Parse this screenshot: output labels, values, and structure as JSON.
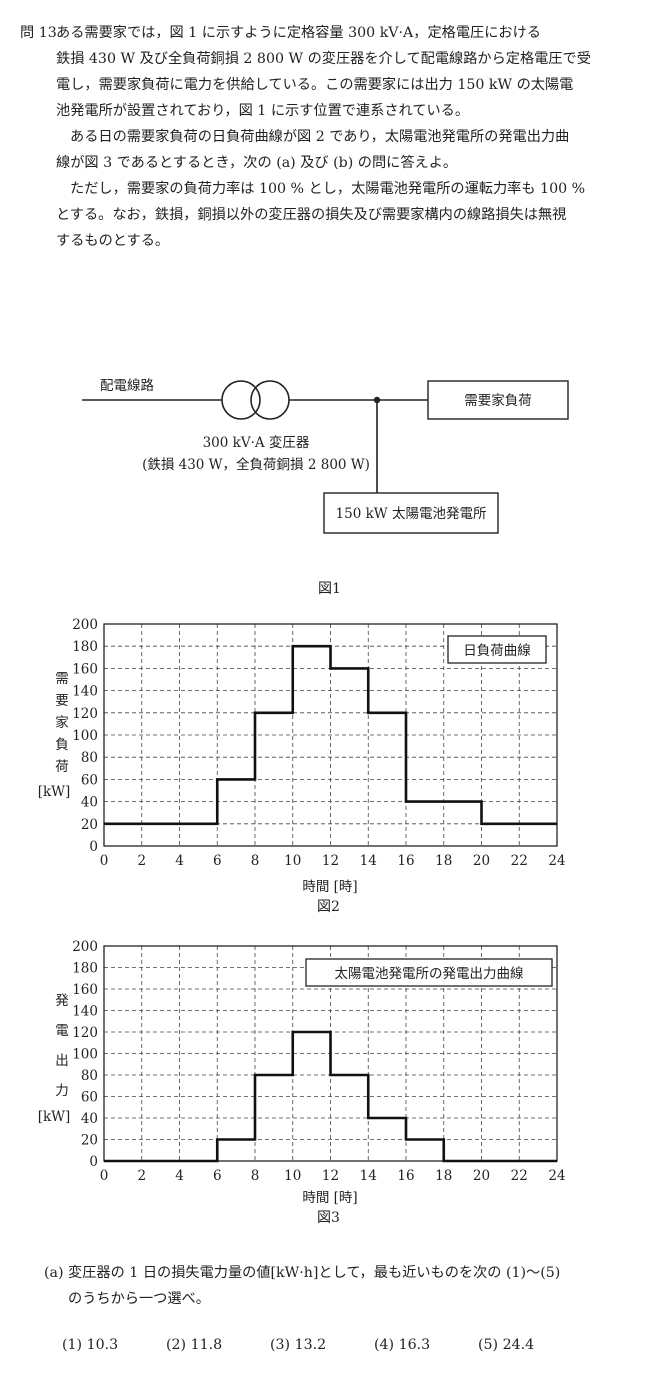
{
  "problem": {
    "number": "問 13",
    "lines": [
      "ある需要家では，図 1 に示すように定格容量 300 kV·A，定格電圧における",
      "鉄損 430 W 及び全負荷銅損 2 800 W の変圧器を介して配電線路から定格電圧で受",
      "電し，需要家負荷に電力を供給している。この需要家には出力 150 kW の太陽電",
      "池発電所が設置されており，図 1 に示す位置で連系されている。",
      "ある日の需要家負荷の日負荷曲線が図 2 であり，太陽電池発電所の発電出力曲",
      "線が図 3 であるとするとき，次の (a) 及び (b) の問に答えよ。",
      "ただし，需要家の負荷力率は 100 % とし，太陽電池発電所の運転力率も 100 %",
      "とする。なお，鉄損，銅損以外の変圧器の損失及び需要家構内の線路損失は無視",
      "するものとする。"
    ]
  },
  "figure1": {
    "line_label": "配電線路",
    "transformer_label": "300 kV·A 変圧器",
    "transformer_spec": "(鉄損 430 W，全負荷銅損 2 800 W)",
    "load_label": "需要家負荷",
    "pv_label": "150 kW 太陽電池発電所",
    "caption": "図1"
  },
  "figure2": {
    "caption": "図2",
    "legend": "日負荷曲線",
    "ylabel": [
      "需",
      "要",
      "家",
      "負",
      "荷"
    ],
    "yunit": "[kW]",
    "xlabel": "時間 [時]"
  },
  "figure3": {
    "caption": "図3",
    "legend": "太陽電池発電所の発電出力曲線",
    "ylabel": [
      "発",
      "電",
      "出",
      "力"
    ],
    "yunit": "[kW]",
    "xlabel": "時間 [時]"
  },
  "question_a": {
    "line1": "(a)  変圧器の 1 日の損失電力量の値[kW·h]として，最も近いものを次の (1)〜(5)",
    "line2": "のうちから一つ選べ。"
  },
  "choices": [
    "(1)  10.3",
    "(2)  11.8",
    "(3)  13.2",
    "(4)  16.3",
    "(5)  24.4"
  ],
  "chart_data": [
    {
      "type": "line",
      "title": "日負荷曲線",
      "xlabel": "時間 [時]",
      "ylabel": "需要家負荷 [kW]",
      "xlim": [
        0,
        24
      ],
      "ylim": [
        0,
        200
      ],
      "xticks": [
        0,
        2,
        4,
        6,
        8,
        10,
        12,
        14,
        16,
        18,
        20,
        22,
        24
      ],
      "yticks": [
        0,
        20,
        40,
        60,
        80,
        100,
        120,
        140,
        160,
        180,
        200
      ],
      "grid": true,
      "step_segments": [
        {
          "from": 0,
          "to": 6,
          "value": 20
        },
        {
          "from": 6,
          "to": 8,
          "value": 60
        },
        {
          "from": 8,
          "to": 10,
          "value": 120
        },
        {
          "from": 10,
          "to": 12,
          "value": 180
        },
        {
          "from": 12,
          "to": 14,
          "value": 160
        },
        {
          "from": 14,
          "to": 16,
          "value": 120
        },
        {
          "from": 16,
          "to": 20,
          "value": 40
        },
        {
          "from": 20,
          "to": 24,
          "value": 20
        }
      ],
      "legend_position": "top-right"
    },
    {
      "type": "line",
      "title": "太陽電池発電所の発電出力曲線",
      "xlabel": "時間 [時]",
      "ylabel": "発電出力 [kW]",
      "xlim": [
        0,
        24
      ],
      "ylim": [
        0,
        200
      ],
      "xticks": [
        0,
        2,
        4,
        6,
        8,
        10,
        12,
        14,
        16,
        18,
        20,
        22,
        24
      ],
      "yticks": [
        0,
        20,
        40,
        60,
        80,
        100,
        120,
        140,
        160,
        180,
        200
      ],
      "grid": true,
      "step_segments": [
        {
          "from": 0,
          "to": 6,
          "value": 0
        },
        {
          "from": 6,
          "to": 8,
          "value": 20
        },
        {
          "from": 8,
          "to": 10,
          "value": 80
        },
        {
          "from": 10,
          "to": 12,
          "value": 120
        },
        {
          "from": 12,
          "to": 14,
          "value": 80
        },
        {
          "from": 14,
          "to": 16,
          "value": 40
        },
        {
          "from": 16,
          "to": 18,
          "value": 20
        },
        {
          "from": 18,
          "to": 24,
          "value": 0
        }
      ],
      "legend_position": "top-right"
    }
  ]
}
